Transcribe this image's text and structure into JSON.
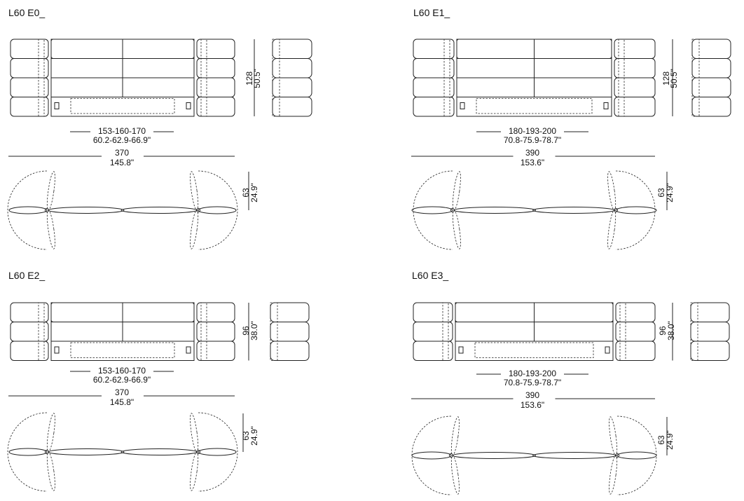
{
  "panels": [
    {
      "title": "L60 E0_",
      "height_cm": "128",
      "height_in": "50.5\"",
      "bed_cm": "153-160-170",
      "bed_in": "60.2-62.9-66.9\"",
      "width_cm": "370",
      "width_in": "145.8\"",
      "depth_cm": "63",
      "depth_in": "24.9\"",
      "rows": 4
    },
    {
      "title": "L60 E1_",
      "height_cm": "128",
      "height_in": "50.5\"",
      "bed_cm": "180-193-200",
      "bed_in": "70.8-75.9-78.7\"",
      "width_cm": "390",
      "width_in": "153.6\"",
      "depth_cm": "63",
      "depth_in": "24.9\"",
      "rows": 4
    },
    {
      "title": "L60 E2_",
      "height_cm": "96",
      "height_in": "38.0\"",
      "bed_cm": "153-160-170",
      "bed_in": "60.2-62.9-66.9\"",
      "width_cm": "370",
      "width_in": "145.8\"",
      "depth_cm": "63",
      "depth_in": "24.9\"",
      "rows": 3
    },
    {
      "title": "L60 E3_",
      "height_cm": "96",
      "height_in": "38.0\"",
      "bed_cm": "180-193-200",
      "bed_in": "70.8-75.9-78.7\"",
      "width_cm": "390",
      "width_in": "153.6\"",
      "depth_cm": "63",
      "depth_in": "24.9\"",
      "rows": 3
    }
  ]
}
